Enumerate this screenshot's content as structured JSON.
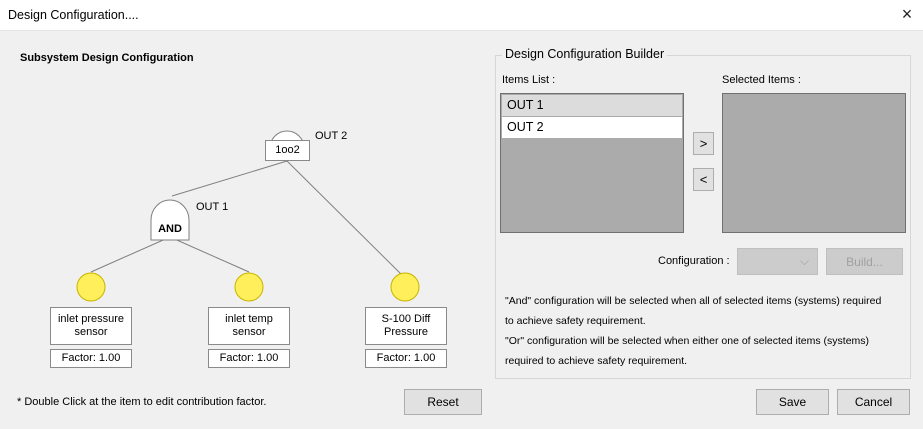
{
  "window": {
    "title": "Design Configuration....",
    "close_icon": "×"
  },
  "left": {
    "title": "Subsystem Design Configuration",
    "out2_label": "OUT 2",
    "gate_1oo2": "1oo2",
    "out1_label": "OUT 1",
    "gate_and": "AND",
    "nodes": [
      {
        "line1": "inlet pressure",
        "line2": "sensor",
        "factor": "Factor: 1.00"
      },
      {
        "line1": "inlet temp",
        "line2": "sensor",
        "factor": "Factor: 1.00"
      },
      {
        "line1": "S-100 Diff",
        "line2": "Pressure",
        "factor": "Factor: 1.00"
      }
    ],
    "hint": "* Double Click at the item to edit contribution factor.",
    "reset_label": "Reset"
  },
  "builder": {
    "title": "Design Configuration Builder",
    "items_list_label": "Items List :",
    "selected_items_label": "Selected Items :",
    "items": [
      "OUT 1",
      "OUT 2"
    ],
    "add_label": ">",
    "remove_label": "<",
    "configuration_label": "Configuration :",
    "build_label": "Build...",
    "note_lines": [
      "\"And\" configuration will be selected when all of selected items (systems) required",
      "to achieve safety requirement.",
      "\"Or\" configuration  will be selected when either one of selected items (systems)",
      "required to achieve safety requirement."
    ]
  },
  "footer": {
    "save_label": "Save",
    "cancel_label": "Cancel"
  },
  "colors": {
    "sensor_fill": "#ffef5a",
    "sensor_stroke": "#c8b400",
    "list_bg": "#ababab",
    "selected_row": "#dcdcdc"
  }
}
